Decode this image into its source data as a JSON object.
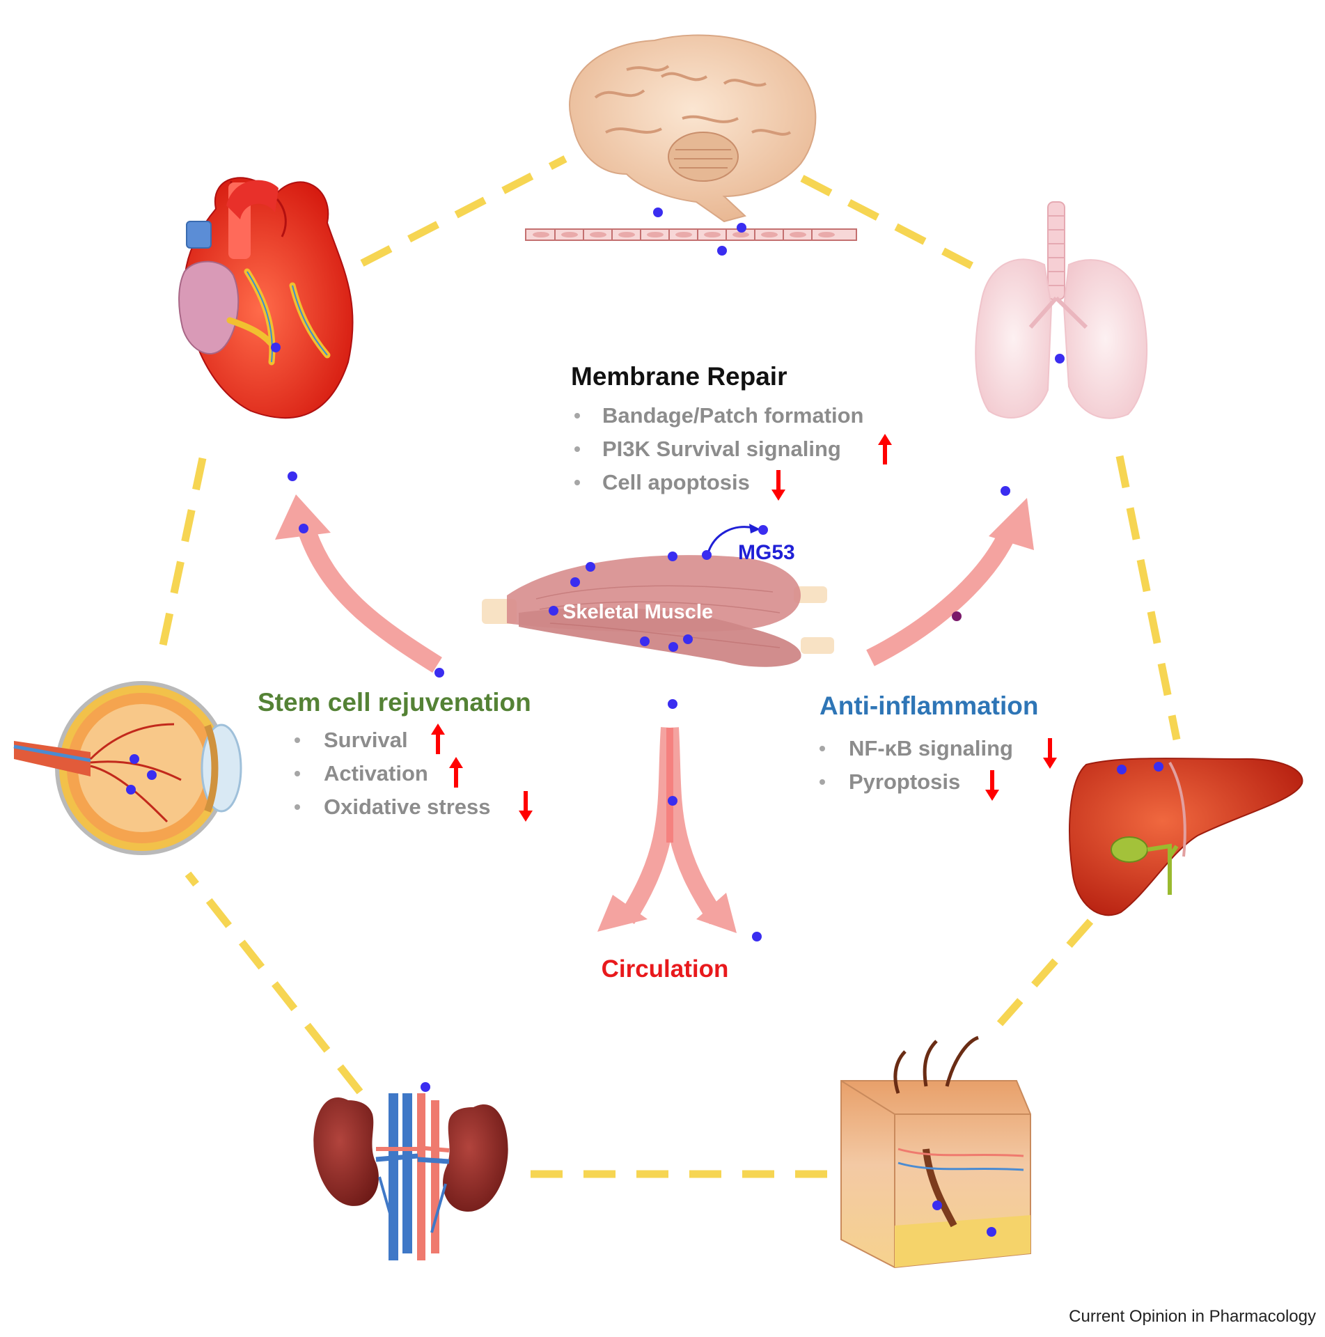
{
  "membrane_repair": {
    "title": "Membrane Repair",
    "items": [
      {
        "label": "Bandage/Patch formation",
        "trend": ""
      },
      {
        "label": "PI3K Survival signaling",
        "trend": "up"
      },
      {
        "label": "Cell apoptosis",
        "trend": "down"
      }
    ]
  },
  "stem_cell": {
    "title": "Stem cell rejuvenation",
    "items": [
      {
        "label": "Survival",
        "trend": "up"
      },
      {
        "label": "Activation",
        "trend": "up"
      },
      {
        "label": "Oxidative stress",
        "trend": "down"
      }
    ]
  },
  "anti_inflammation": {
    "title": "Anti-inflammation",
    "items": [
      {
        "label": "NF-κB signaling",
        "trend": "down"
      },
      {
        "label": "Pyroptosis",
        "trend": "down"
      }
    ]
  },
  "center": {
    "muscle_label": "Skeletal Muscle",
    "protein_label": "MG53",
    "circulation_label": "Circulation"
  },
  "organs": [
    "brain",
    "heart",
    "lung",
    "eye",
    "liver",
    "kidney",
    "skin"
  ],
  "footer": {
    "credit": "Current Opinion in Pharmacology"
  },
  "colors": {
    "membrane_title": "#111111",
    "stem_title": "#548235",
    "anti_title": "#2e75b6",
    "circulation": "#e8191c",
    "mg53": "#1f1fd6",
    "dot": "#3a2df0",
    "arrow": "#f4a3a0",
    "dash": "#f6d552",
    "trend_arrow": "#ff0000"
  }
}
